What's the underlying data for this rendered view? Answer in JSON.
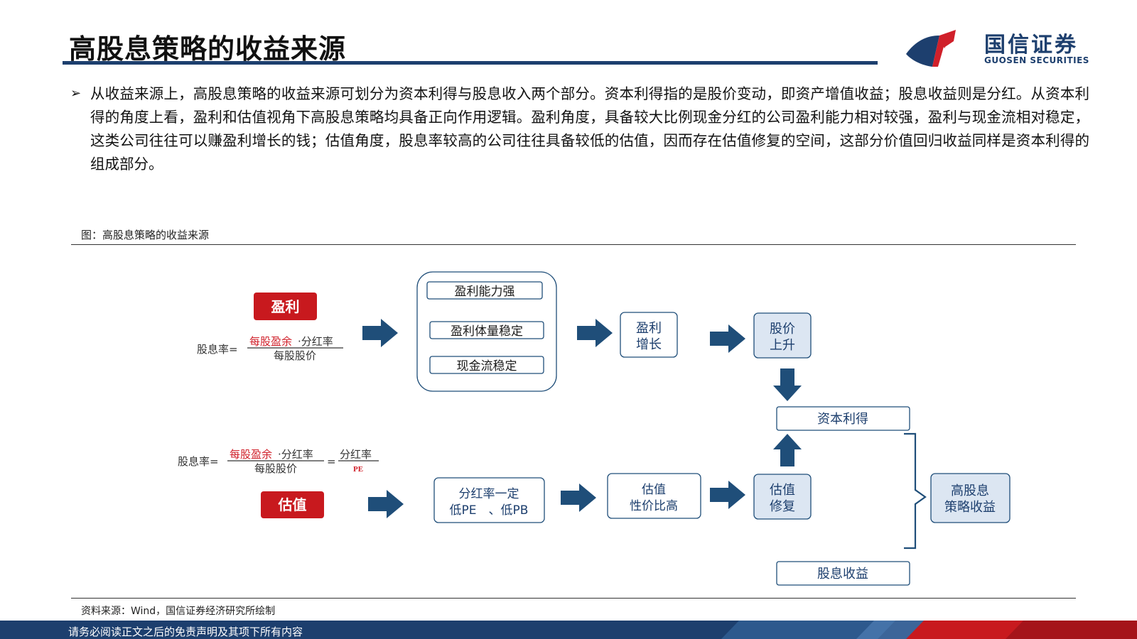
{
  "header": {
    "title": "高股息策略的收益来源",
    "logo_cn": "国信证券",
    "logo_en": "GUOSEN SECURITIES"
  },
  "paragraph": "从收益来源上，高股息策略的收益来源可划分为资本利得与股息收入两个部分。资本利得指的是股价变动，即资产增值收益；股息收益则是分红。从资本利得的角度上看，盈利和估值视角下高股息策略均具备正向作用逻辑。盈利角度，具备较大比例现金分红的公司盈利能力相对较强，盈利与现金流相对稳定，这类公司往往可以赚盈利增长的钱；估值角度，股息率较高的公司往往具备较低的估值，因而存在估值修复的空间，这部分价值回归收益同样是资本利得的组成部分。",
  "figure": {
    "caption": "图：高股息策略的收益来源",
    "source": "资料来源：Wind，国信证券经济研究所绘制"
  },
  "diagram": {
    "profit_label": "盈利",
    "valuation_label": "估值",
    "formula1": {
      "lhs": "股息率=",
      "num_red": "每股盈余",
      "num_rest": "·分红率",
      "den": "每股股价"
    },
    "formula2": {
      "lhs": "股息率=",
      "num_red": "每股盈余",
      "num_rest": "·分红率",
      "den": "每股股价",
      "eq": "=",
      "num2": "分红率",
      "den2": "PE"
    },
    "group_items": [
      "盈利能力强",
      "盈利体量稳定",
      "现金流稳定"
    ],
    "profit_growth": [
      "盈利",
      "增长"
    ],
    "price_rise": [
      "股价",
      "上升"
    ],
    "capital_gain": "资本利得",
    "dividend_income": "股息收益",
    "payout": [
      "分红率一定",
      "低PE　、低PB"
    ],
    "value_ratio": [
      "估值",
      "性价比高"
    ],
    "val_repair": [
      "估值",
      "修复"
    ],
    "result": [
      "高股息",
      "策略收益"
    ]
  },
  "footer": {
    "text": "请务必阅读正文之后的免责声明及其项下所有内容"
  },
  "colors": {
    "navy": "#1d3f6e",
    "red_box": "#c8191e",
    "arrow": "#1f4e79",
    "light_box": "#dce6f2"
  }
}
